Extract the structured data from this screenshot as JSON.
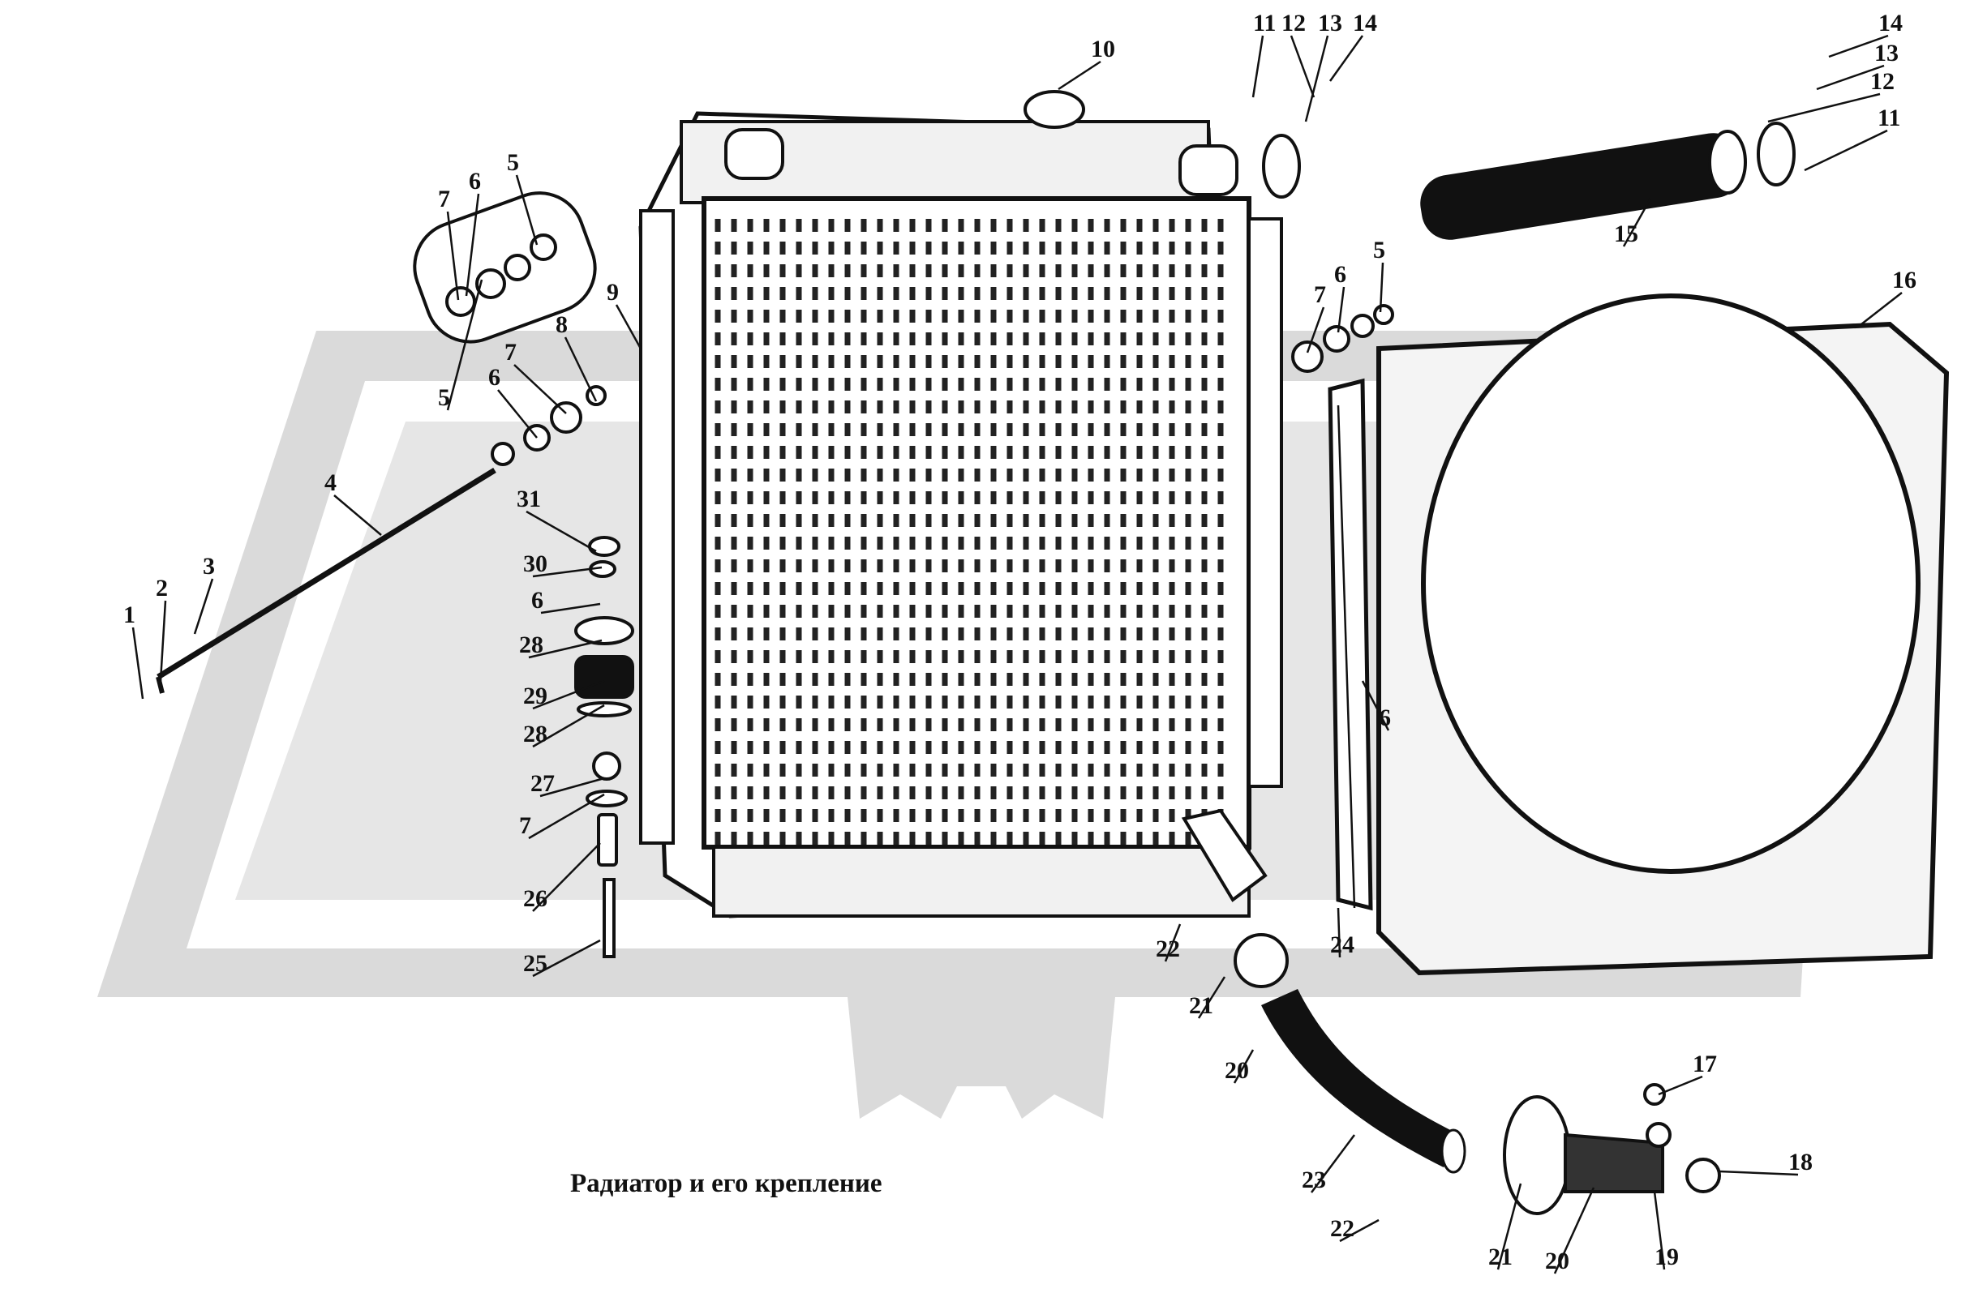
{
  "caption": "Радиатор и его крепление",
  "callouts": [
    "1",
    "2",
    "3",
    "4",
    "5",
    "5",
    "5",
    "6",
    "6",
    "6",
    "6",
    "6",
    "7",
    "7",
    "7",
    "7",
    "8",
    "9",
    "10",
    "11",
    "11",
    "12",
    "12",
    "13",
    "13",
    "14",
    "14",
    "15",
    "16",
    "17",
    "18",
    "19",
    "20",
    "20",
    "21",
    "21",
    "22",
    "22",
    "23",
    "24",
    "25",
    "26",
    "27",
    "28",
    "28",
    "29",
    "30",
    "31"
  ],
  "colors": {
    "ink": "#111111",
    "watermark": "#d9d9d9",
    "background": "#ffffff"
  }
}
